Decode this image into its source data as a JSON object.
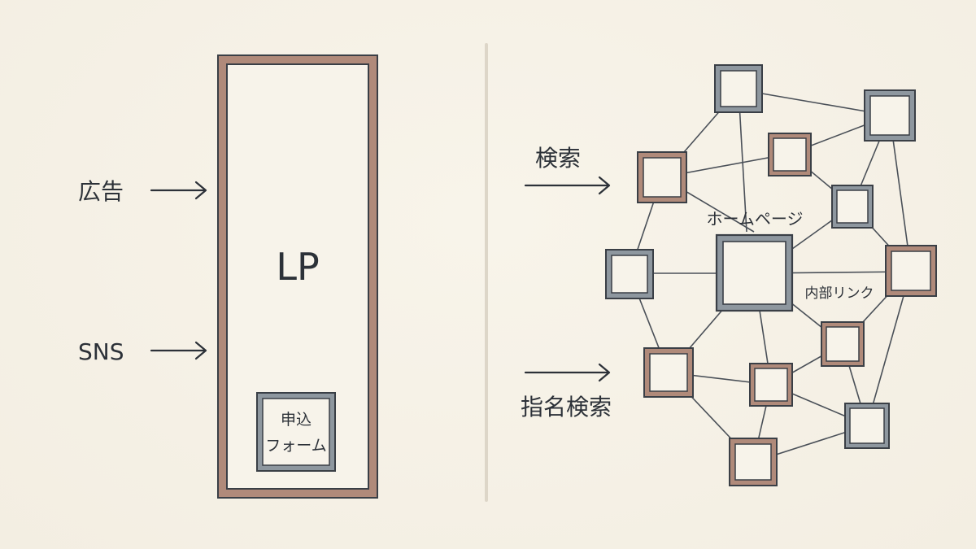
{
  "left_panel": {
    "sources": [
      {
        "label": "広告"
      },
      {
        "label": "SNS"
      }
    ],
    "lp_label": "LP",
    "form_label_line1": "申込",
    "form_label_line2": "フォーム"
  },
  "right_panel": {
    "sources": [
      {
        "label": "検索"
      },
      {
        "label": "指名検索"
      }
    ],
    "homepage_label": "ホームページ",
    "internal_link_label": "内部リンク"
  },
  "colors": {
    "background": "#f6f1e6",
    "ink": "#2c3138",
    "brown_frame": "#b08a7a",
    "gray_frame": "#8e979f",
    "divider": "#ddd6c8"
  }
}
